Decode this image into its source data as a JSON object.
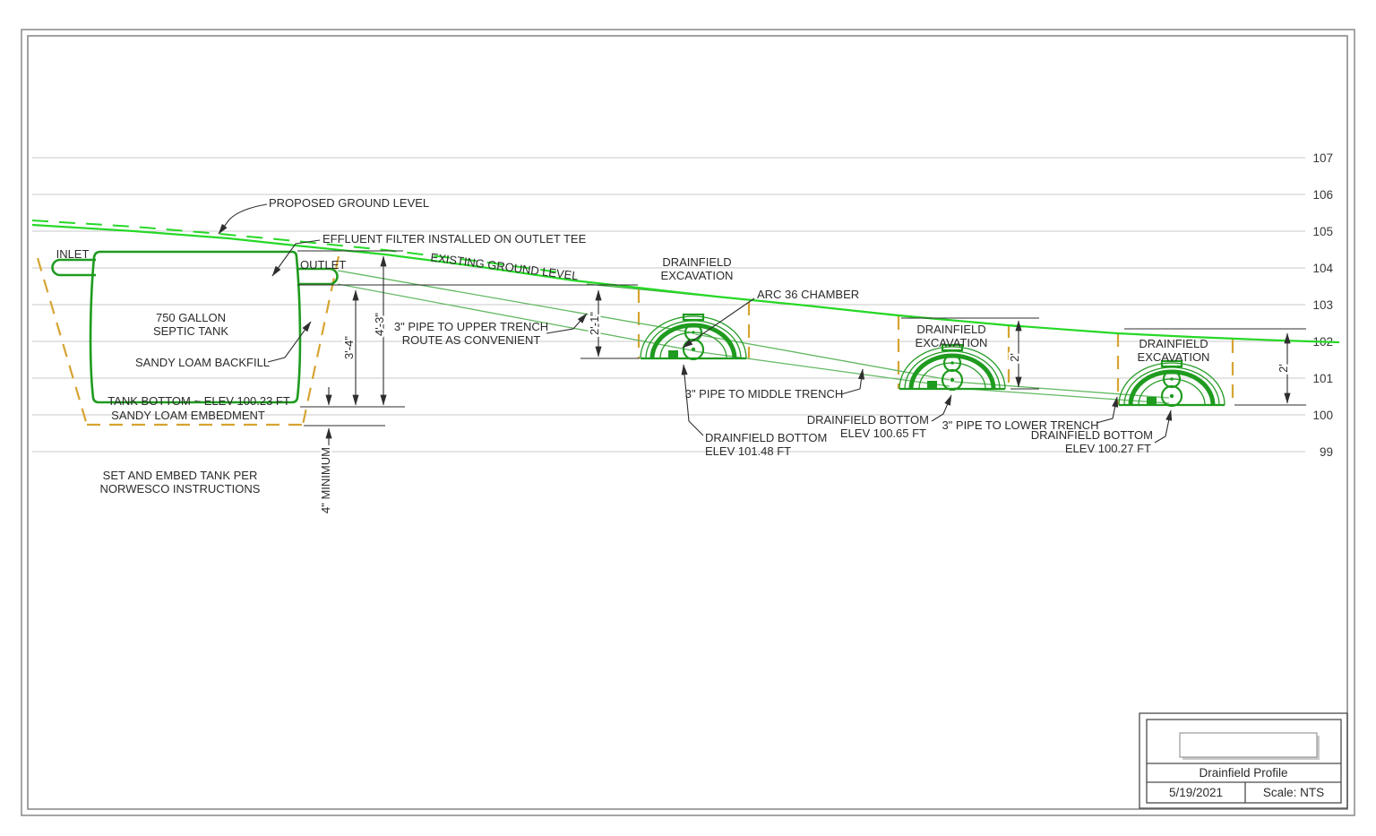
{
  "annotations": {
    "proposed_ground": "PROPOSED GROUND LEVEL",
    "effluent_filter": "EFFLUENT FILTER INSTALLED ON OUTLET TEE",
    "existing_ground": "EXISTING GROUND LEVEL",
    "inlet": "INLET",
    "outlet": "OUTLET",
    "tank_line1": "750 GALLON",
    "tank_line2": "SEPTIC TANK",
    "backfill": "SANDY LOAM BACKFILL",
    "tank_bottom": "TANK BOTTOM ~ ELEV 100.23 FT",
    "embedment": "SANDY LOAM EMBEDMENT",
    "set_embed_line1": "SET AND EMBED TANK PER",
    "set_embed_line2": "NORWESCO INSTRUCTIONS",
    "arc36": "ARC 36 CHAMBER",
    "pipe_upper_line1": "3\" PIPE TO UPPER TRENCH",
    "pipe_upper_line2": "ROUTE AS CONVENIENT",
    "pipe_middle": "3\" PIPE TO MIDDLE TRENCH",
    "pipe_lower": "3\" PIPE TO LOWER TRENCH",
    "excavation_line1": "DRAINFIELD",
    "excavation_line2": "EXCAVATION",
    "df1_line1": "DRAINFIELD BOTTOM",
    "df1_line2": "ELEV 101.48 FT",
    "df2_line1": "DRAINFIELD BOTTOM",
    "df2_line2": "ELEV 100.65 FT",
    "df3_line1": "DRAINFIELD BOTTOM",
    "df3_line2": "ELEV 100.27 FT"
  },
  "dims": {
    "tank_depth": "4'-3\"",
    "outlet_depth": "3'-4\"",
    "upper_trench": "2'-1\"",
    "middle_trench": "2'",
    "lower_trench": "2'",
    "embed_min": "4\" MINIMUM"
  },
  "elevations": [
    "107",
    "106",
    "105",
    "104",
    "103",
    "102",
    "101",
    "100",
    "99"
  ],
  "title_block": {
    "title": "Drainfield Profile",
    "date": "5/19/2021",
    "scale": "Scale: NTS"
  },
  "colors": {
    "ground_green": "#27d827",
    "tank_green": "#1f9b1f",
    "pipe_green": "#63b863",
    "excavation_orange": "#d7a431",
    "gridline_gray": "#cacaca",
    "ink": "#2e2e2e"
  }
}
